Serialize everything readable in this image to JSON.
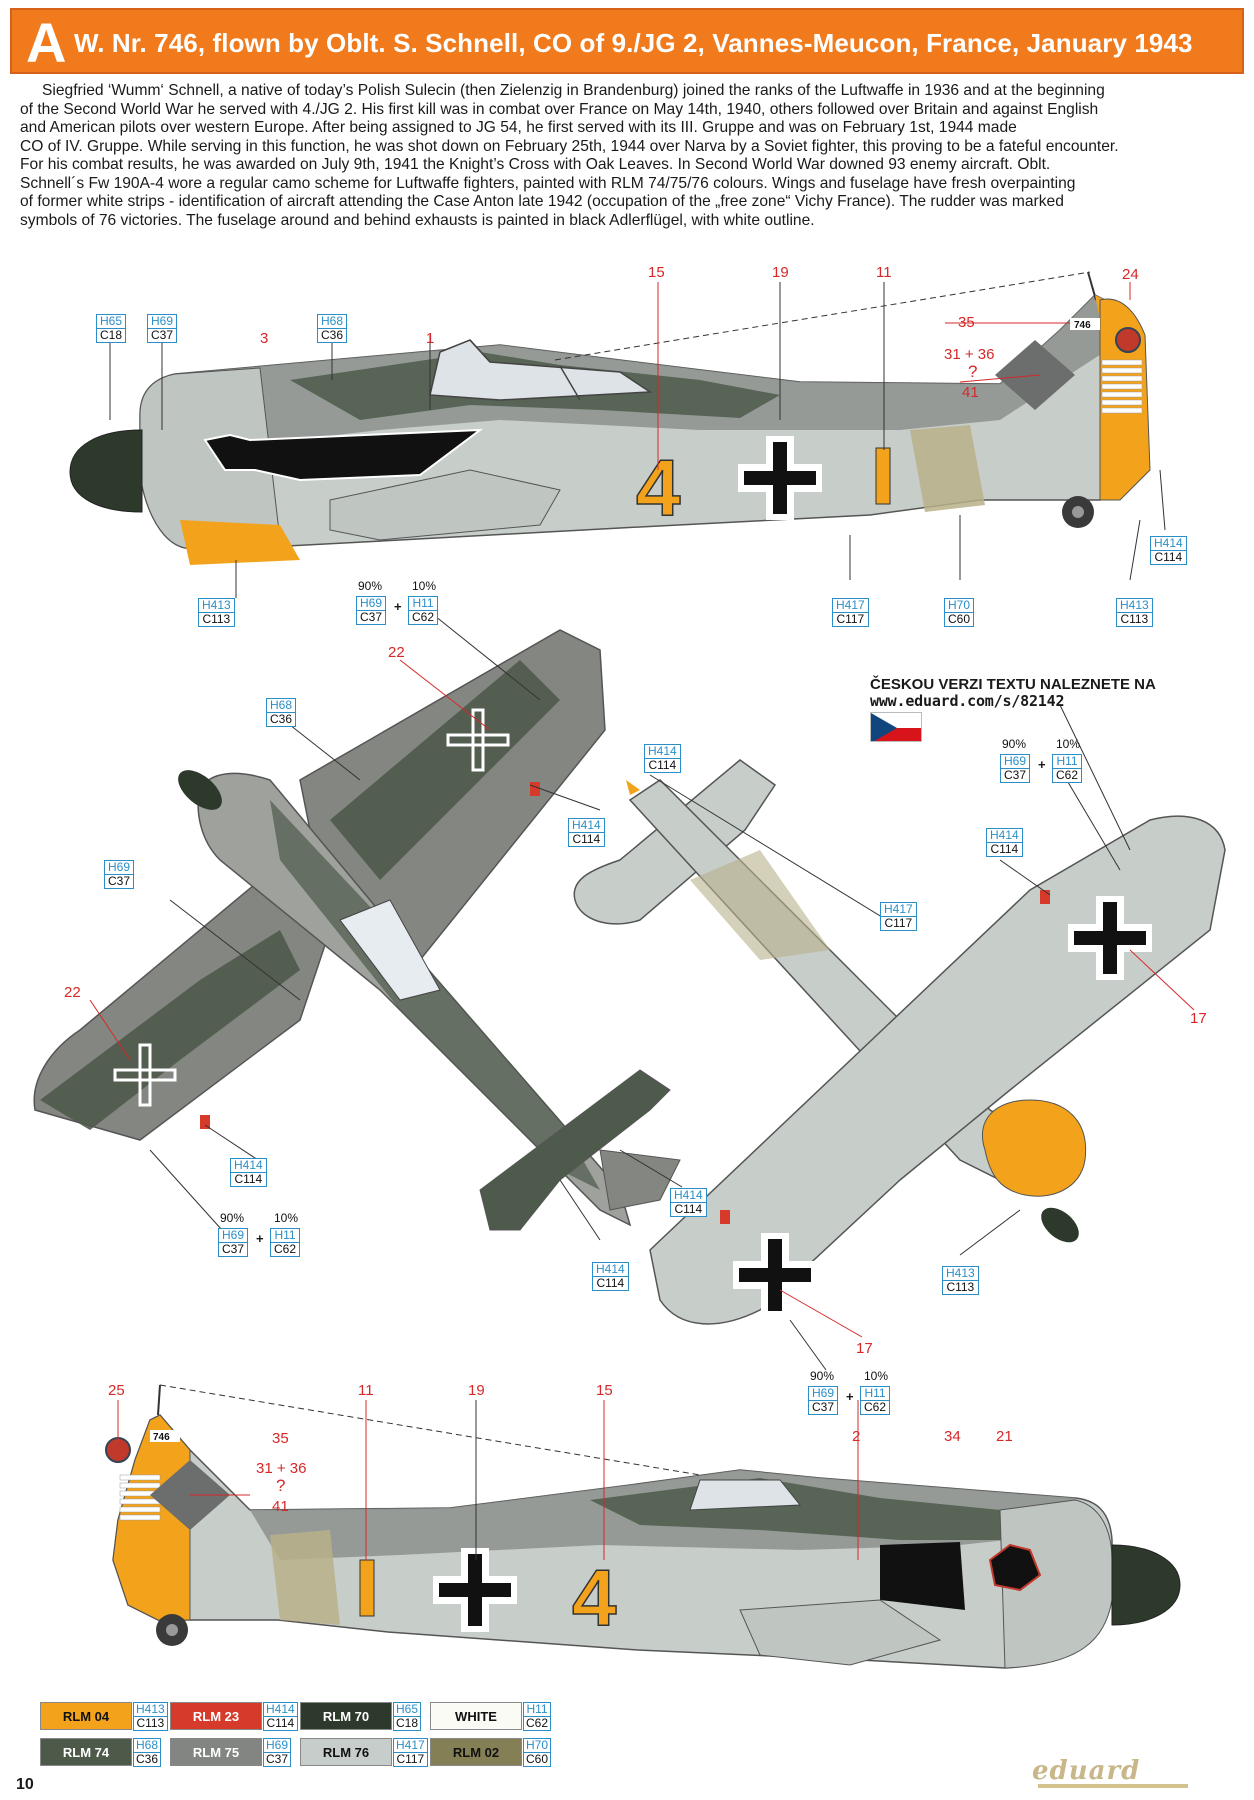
{
  "header": {
    "letter": "A",
    "title": "W. Nr. 746, flown by Oblt. S. Schnell, CO of 9./JG 2, Vannes-Meucon, France, January 1943"
  },
  "bio": {
    "lines": [
      "Siegfried ‘Wumm‘ Schnell, a native of today’s Polish Sulecin (then Zielenzig in Brandenburg) joined the ranks of the Luftwaffe in 1936 and at the beginning",
      "of the Second World War he served with 4./JG 2. His first kill was in combat over France on May 14th, 1940, others followed over Britain and against English",
      "and American pilots over western Europe. After being assigned to JG 54, he first served with its III. Gruppe and was on February 1st, 1944 made",
      "CO of IV. Gruppe. While serving in this function, he was shot down on February 25th, 1944 over Narva by a Soviet fighter, this proving to be a fateful encounter.",
      "For his combat results, he was awarded on July 9th, 1941 the Knight’s Cross with Oak Leaves. In Second World War downed 93 enemy aircraft. Oblt.",
      "Schnell´s Fw 190A-4 wore a regular camo scheme for Luftwaffe fighters, painted with RLM 74/75/76 colours. Wings and fuselage have fresh overpainting",
      "of former white strips - identification of aircraft attending the Case Anton late 1942 (occupation of the „free zone“ Vichy France). The rudder was marked",
      "symbols of 76 victories. The fuselage around and behind exhausts is painted in black Adlerflügel, with white outline."
    ]
  },
  "czech_note": {
    "line1": "ČESKOU VERZI TEXTU NALEZNETE NA",
    "url": "www.eduard.com/s/82142"
  },
  "markings": {
    "code_number": "4",
    "code_bar": "I",
    "werknummer": "746",
    "victory_note": "31 + 36",
    "question": "?"
  },
  "callout_numbers": {
    "top_1": "1",
    "top_3": "3",
    "top_15": "15",
    "top_19": "19",
    "top_11": "11",
    "top_24": "24",
    "top_35": "35",
    "top_41": "41",
    "top_q": "?",
    "top_3136": "31 + 36",
    "mid_22a": "22",
    "mid_22b": "22",
    "mid_17a": "17",
    "mid_17b": "17",
    "bot_25": "25",
    "bot_11": "11",
    "bot_19": "19",
    "bot_15": "15",
    "bot_2": "2",
    "bot_34": "34",
    "bot_21": "21",
    "bot_35": "35",
    "bot_41": "41",
    "bot_q": "?",
    "bot_3136": "31 + 36"
  },
  "codes": {
    "h65": {
      "h": "H65",
      "c": "C18"
    },
    "h69": {
      "h": "H69",
      "c": "C37"
    },
    "h68": {
      "h": "H68",
      "c": "C36"
    },
    "h413": {
      "h": "H413",
      "c": "C113"
    },
    "h417": {
      "h": "H417",
      "c": "C117"
    },
    "h70": {
      "h": "H70",
      "c": "C60"
    },
    "h414": {
      "h": "H414",
      "c": "C114"
    },
    "h11": {
      "h": "H11",
      "c": "C62"
    }
  },
  "mix": {
    "pct1": "90%",
    "pct2": "10%",
    "plus": "+"
  },
  "legend": [
    {
      "label": "RLM 04",
      "h": "H413",
      "c": "C113",
      "color": "#f2a31b",
      "text_color": "#111"
    },
    {
      "label": "RLM 23",
      "h": "H414",
      "c": "C114",
      "color": "#d63a2a",
      "text_color": "#fff"
    },
    {
      "label": "RLM 70",
      "h": "H65",
      "c": "C18",
      "color": "#2d3a2b",
      "text_color": "#fff"
    },
    {
      "label": "WHITE",
      "h": "H11",
      "c": "C62",
      "color": "#fbfbf6",
      "text_color": "#111"
    },
    {
      "label": "RLM 74",
      "h": "H68",
      "c": "C36",
      "color": "#4d5a4a",
      "text_color": "#fff"
    },
    {
      "label": "RLM 75",
      "h": "H69",
      "c": "C37",
      "color": "#838582",
      "text_color": "#fff"
    },
    {
      "label": "RLM 76",
      "h": "H417",
      "c": "C117",
      "color": "#c6cdca",
      "text_color": "#111"
    },
    {
      "label": "RLM 02",
      "h": "H70",
      "c": "C60",
      "color": "#857f56",
      "text_color": "#111"
    }
  ],
  "page_number": "10",
  "brand": "eduard"
}
